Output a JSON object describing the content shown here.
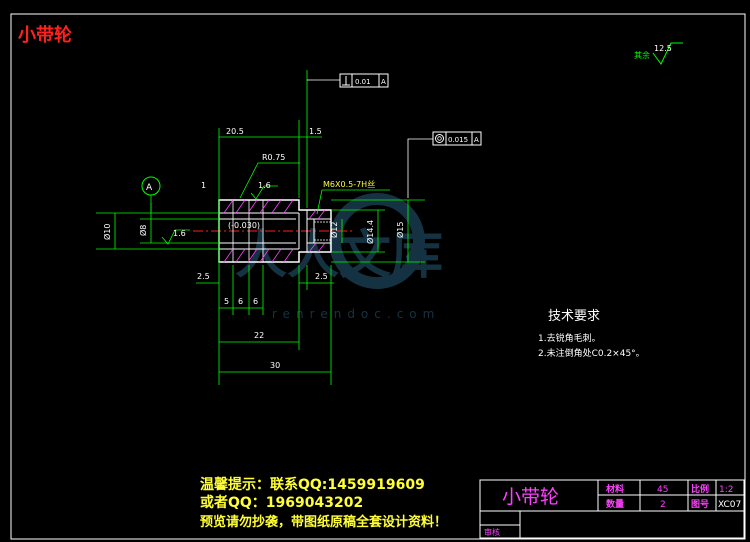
{
  "header": {
    "title": "小带轮"
  },
  "colors": {
    "background": "#000000",
    "part_outline": "#ffffff",
    "dimension": "#00ff00",
    "centerline": "#ff2020",
    "gdt": "#ffffff",
    "text_magenta": "#ff40ff",
    "text_yellow": "#ffff33",
    "title_red": "#ff2020"
  },
  "roughness_corner": {
    "label": "其余",
    "value": "12.5"
  },
  "gdt": {
    "perpendicularity": {
      "value": "0.01",
      "datum": "A"
    },
    "roundness": {
      "value": "0.015",
      "datum": "A"
    },
    "datum_label": "A"
  },
  "dimensions": {
    "d_20_5": "20.5",
    "d_1_5": "1.5",
    "r_0_75": "R0.75",
    "d_1": "1",
    "rough_1_6_top": "1.6",
    "rough_1_6_left": "1.6",
    "thread": "M6X0.5-7H丝",
    "dia_10": "Ø10",
    "dia_8": "Ø8",
    "hole_tol": "(-0.030)",
    "dia_12": "Ø12",
    "dia_14_4": "Ø14.4",
    "dia_15": "Ø15",
    "d_2_5_left": "2.5",
    "d_2_5_right": "2.5",
    "d_5": "5",
    "d_6_a": "6",
    "d_6_b": "6",
    "d_22": "22",
    "d_30": "30"
  },
  "requirements": {
    "title": "技术要求",
    "items": [
      "1.去锐角毛刺。",
      "2.未注倒角处C0.2×45°。"
    ]
  },
  "notice": {
    "line1": "温馨提示：联系QQ:1459919609",
    "line2": "或者QQ：1969043202",
    "line3": "预览请勿抄袭，带图纸原稿全套设计资料！"
  },
  "title_block": {
    "name": "小带轮",
    "material_label": "材料",
    "material_value": "45",
    "scale_label": "比例",
    "scale_value": "1:2",
    "qty_label": "数量",
    "qty_value": "2",
    "drawing_no_label": "图号",
    "drawing_no_value": "XC07",
    "review_label": "审核"
  },
  "watermark": {
    "text": "人人文库",
    "url": "renrendoc.com"
  }
}
